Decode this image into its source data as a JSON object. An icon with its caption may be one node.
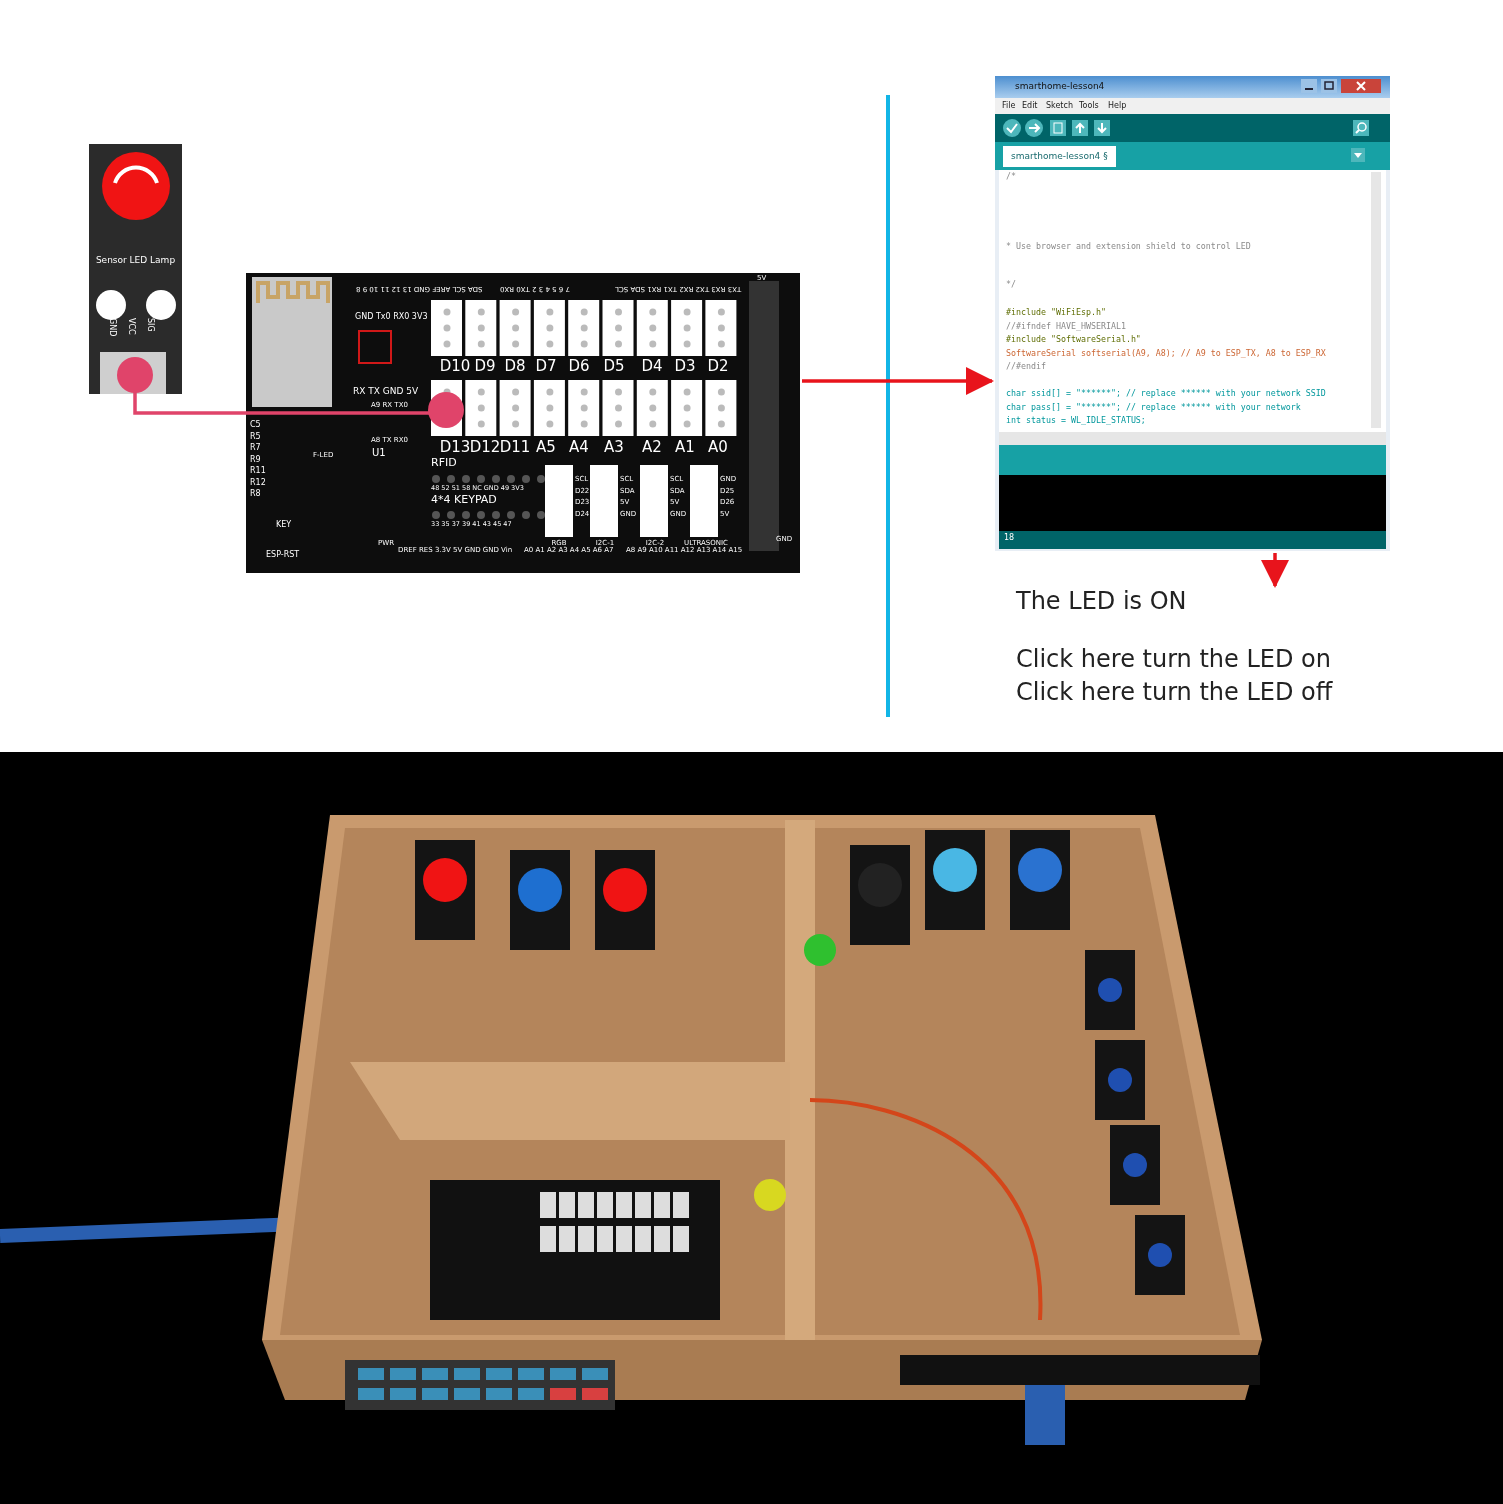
{
  "diagram": {
    "nodes": [
      {
        "text": [
          "Sensor LED Lamp"
        ]
      },
      {
        "text": [],
        "shape": "picture"
      },
      {
        "text": [
          "smarthome-lesson4"
        ]
      },
      {
        "text": [
          "The LED is ON",
          "Click here turn the LED on",
          "Click here turn the LED off"
        ]
      },
      {
        "text": [],
        "shape": "picture"
      }
    ],
    "edges": [
      {
        "from": 0,
        "to": 1,
        "arrow": "other",
        "color": "#e0446a"
      },
      {
        "from": 1,
        "to": 2,
        "arrow": "to"
      },
      {
        "from": 2,
        "to": 3,
        "arrow": "to"
      }
    ],
    "labels": [
      "GND",
      "VCC",
      "SIG",
      "SDA SCL AREF GND 13 12 11 10 9 8",
      "7 6 5 4 3 2 TX0 RX0",
      "TX3 RX3 TX2 RX2 TX1 RX1 SDA SCL",
      "5V",
      "GND Tx0 RX0 3V3",
      "D10",
      "D9",
      "D8",
      "D7",
      "D6",
      "D5",
      "D4",
      "D3",
      "D2",
      "RX TX GND 5V",
      "A9 RX TX0",
      "D13",
      "D12",
      "D11",
      "A5",
      "A4",
      "A3",
      "A2",
      "A1",
      "A0",
      "A8 TX RX0",
      "U1",
      "RFID",
      "48 52 51 58 NC GND 49 3V3",
      "4*4 KEYPAD",
      "33 35 37 39 41 43 45 47",
      "SCL D22 D23 D24",
      "SCL SDA 5V GND",
      "SCL SDA 5V GND",
      "GND D25 D26 5V",
      "KEY",
      "ESP-RST",
      "RGB",
      "I2C-1",
      "I2C-2",
      "ULTRASONIC",
      "DREF RES 3.3V 5V GND GND Vin",
      "A0 A1 A2 A3 A4 A5 A6 A7",
      "A8 A9 A10 A11 A12 A13 A14 A15",
      "GND",
      "C5 R5 R7 R9 R11 R12 R8",
      "F-LED",
      "PWR",
      "File",
      "Edit",
      "Sketch",
      "Tools",
      "Help",
      "smarthome-lesson4 §",
      "/*",
      "* Use browser and extension shield to control LED",
      "*/",
      "#include \"WiFiEsp.h\"",
      "//#ifndef HAVE_HWSERIAL1",
      "#include \"SoftwareSerial.h\"",
      "SoftwareSerial softserial(A9, A8); // A9 to ESP_TX, A8 to ESP_RX",
      "//#endif",
      "char ssid[] = \"******\"; // replace ****** with your network SSID",
      "char pass[] = \"******\"; // replace ****** with your network",
      "int status = WL_IDLE_STATUS;",
      "18"
    ]
  }
}
